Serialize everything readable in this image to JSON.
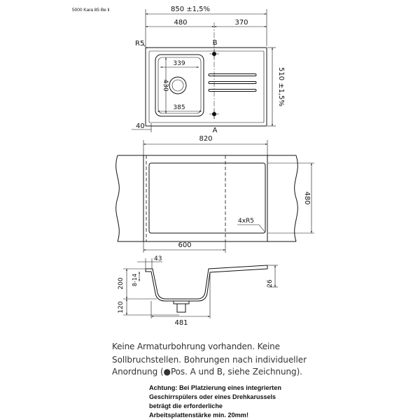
{
  "header": {
    "model": "5000 Kara 85 Be li"
  },
  "top_view": {
    "overall_width": "850 ±1,5%",
    "basin_width": "480",
    "drainer_width": "370",
    "corner_radius": "R5",
    "hole_b": "B",
    "hole_a": "A",
    "basin_inner_width": "339",
    "basin_outer_width": "385",
    "basin_length": "430",
    "overall_depth": "510 ±1,5%",
    "edge_offset": "40"
  },
  "cutout_view": {
    "cutout_width": "820",
    "cutout_depth": "480",
    "corner_radii": "4xR5",
    "basin_section_width": "600"
  },
  "section_view": {
    "rim_width": "43",
    "total_height": "200",
    "countertop_thickness": "8-14",
    "drain_height": "120",
    "drainer_height": "26",
    "basin_bottom_width": "481"
  },
  "notes": {
    "lines": [
      "Keine Armaturbohrung vorhanden. Keine",
      "Sollbruchstellen. Bohrungen nach individueller",
      "Anordnung (●Pos. A und B, siehe Zeichnung)."
    ]
  },
  "warning": {
    "lines": [
      "Achtung: Bei Platzierung eines integrierten",
      "Geschirrspülers oder eines Drehkarussels",
      "beträgt die erforderliche",
      "Arbeitsplattenstärke min. 20mm!"
    ]
  }
}
